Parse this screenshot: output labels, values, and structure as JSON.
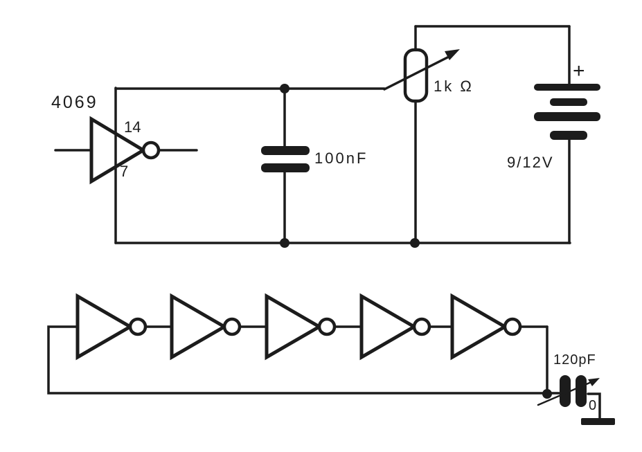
{
  "schematic": {
    "labels": {
      "ic": "4069",
      "pin_top": "14",
      "pin_bottom": "7",
      "capacitor": "100nF",
      "potentiometer": "1k Ω",
      "battery_plus": "+",
      "battery_voltage": "9/12V",
      "trimmer": "120pF",
      "trimmer_mark": "0"
    },
    "components": [
      {
        "type": "inverter-gate",
        "label": "4069",
        "pins": [
          "14",
          "7"
        ]
      },
      {
        "type": "capacitor",
        "value": "100nF"
      },
      {
        "type": "variable-resistor",
        "value": "1k Ω"
      },
      {
        "type": "battery",
        "voltage": "9/12V",
        "polarity": "+"
      },
      {
        "type": "inverter-chain",
        "count": 5
      },
      {
        "type": "trimmer-capacitor",
        "value": "120pF"
      },
      {
        "type": "ground"
      }
    ],
    "colors": {
      "ink": "#1c1c1c",
      "background": "#ffffff"
    }
  }
}
